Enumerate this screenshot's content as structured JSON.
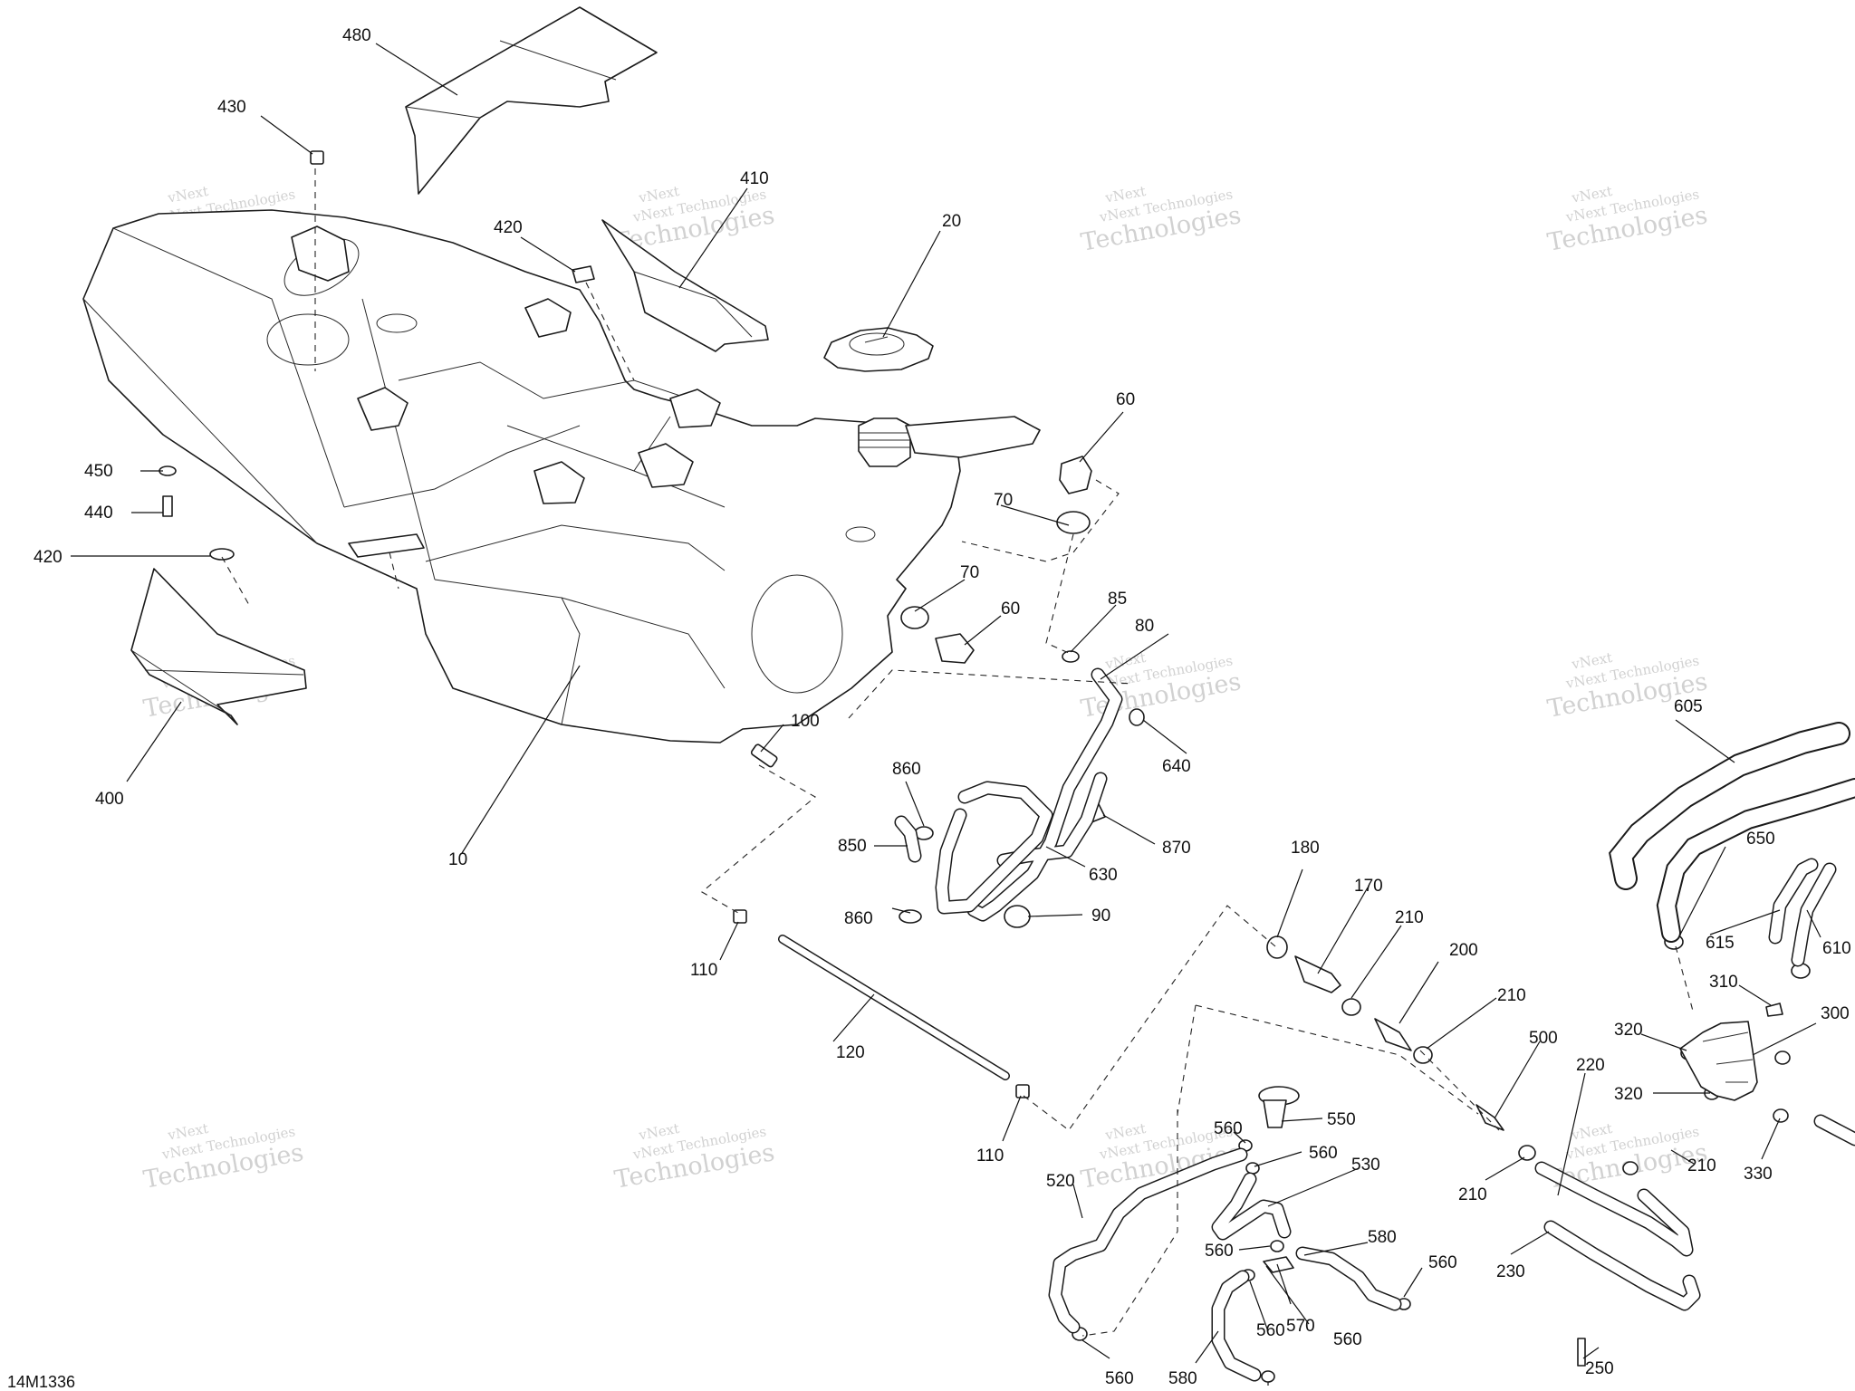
{
  "diagram": {
    "code": "14M1336",
    "watermark": {
      "line1": "vNext Technologies",
      "line2": "vNext",
      "line3": "Technologies"
    },
    "labels": [
      "480",
      "430",
      "410",
      "420",
      "20",
      "60",
      "70",
      "450",
      "440",
      "420",
      "70",
      "60",
      "85",
      "80",
      "400",
      "10",
      "100",
      "860",
      "640",
      "850",
      "870",
      "630",
      "860",
      "90",
      "110",
      "120",
      "110",
      "180",
      "170",
      "210",
      "200",
      "210",
      "500",
      "220",
      "560",
      "550",
      "560",
      "530",
      "520",
      "560",
      "580",
      "560",
      "570",
      "560",
      "560",
      "580",
      "560",
      "210",
      "230",
      "250",
      "605",
      "650",
      "615",
      "610",
      "310",
      "300",
      "320",
      "320",
      "330",
      "210"
    ]
  }
}
